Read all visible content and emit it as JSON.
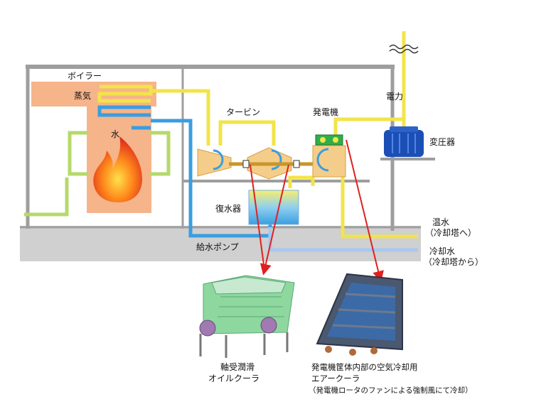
{
  "labels": {
    "boiler": "ボイラー",
    "steam": "蒸気",
    "water": "水",
    "turbine": "タービン",
    "generator": "発電機",
    "power": "電力",
    "transformer": "変圧器",
    "condenser": "復水器",
    "feed_pump": "給水ポンプ",
    "warm_water_1": "温水",
    "warm_water_2": "（冷却塔へ）",
    "cooling_water_1": "冷却水",
    "cooling_water_2": "（冷却塔から）",
    "oil_cooler_1": "軸受潤滑",
    "oil_cooler_2": "オイルクーラ",
    "air_cooler_1": "発電機筐体内部の空気冷却用",
    "air_cooler_2": "エアークーラ",
    "air_cooler_3": "（発電機ロータのファンによる強制風にて冷却）"
  },
  "colors": {
    "steam_line": "#f2e44a",
    "water_line": "#3a9ee0",
    "green_line": "#b6d96a",
    "cooling_line": "#a8c8ee",
    "building": "#9e9e9e",
    "boiler": "#f6b48a",
    "arrow": "#e02020",
    "transformer": "#1b4fb5"
  }
}
